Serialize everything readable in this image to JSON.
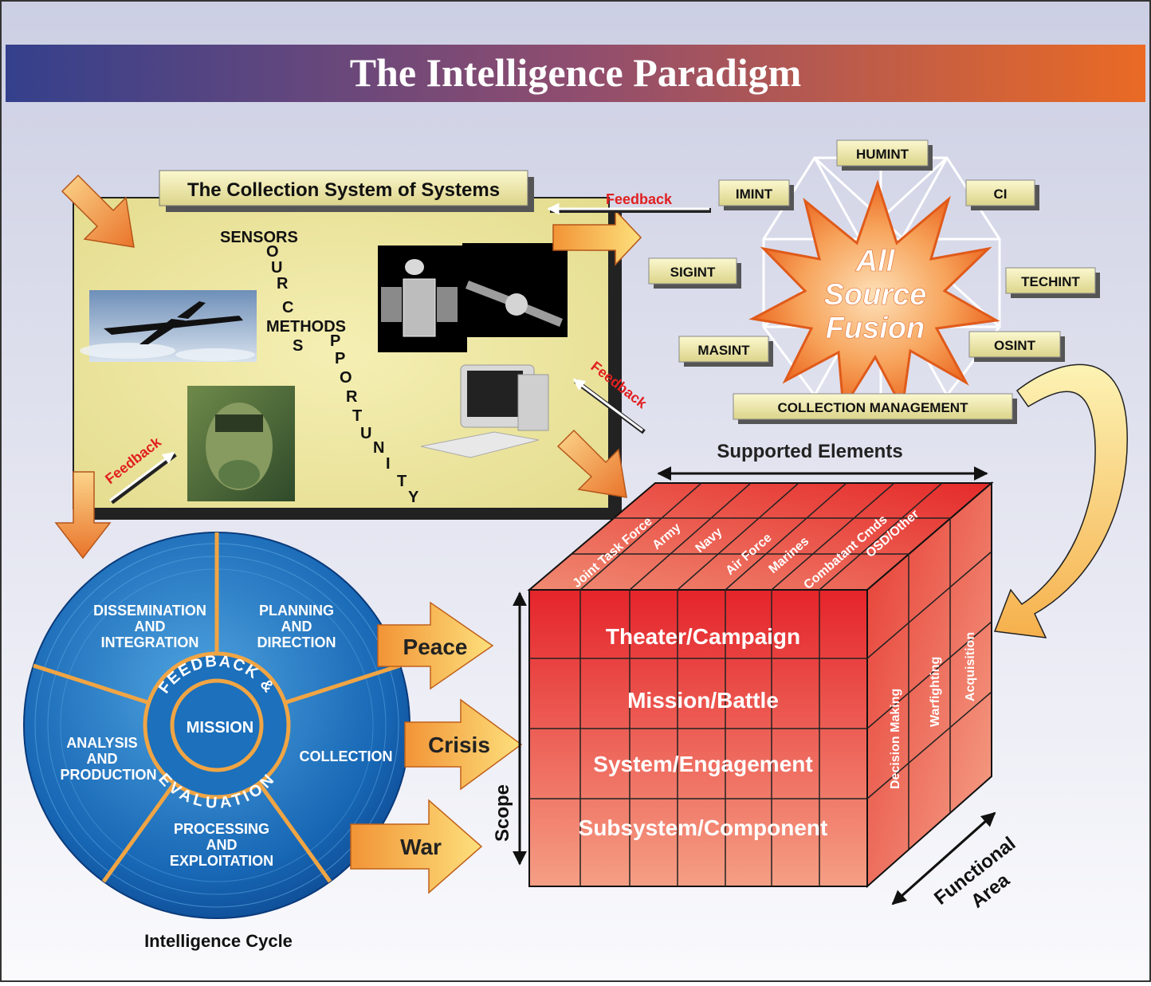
{
  "title": "The Intelligence Paradigm",
  "colors": {
    "title_gradient_left": "#33408a",
    "title_gradient_right": "#e8692a",
    "panel_fill": "#efe9a4",
    "cube_red": "#e8272b",
    "cycle_blue": "#1769b8",
    "feedback_red": "#e02020",
    "arrow_orange": "#f08a2e"
  },
  "collection": {
    "title": "The Collection System of Systems",
    "sensors": "SENSORS",
    "sources_letters": [
      "O",
      "U",
      "R",
      "C"
    ],
    "methods": "METHODS",
    "s_letter": "S",
    "opportunity_letters": [
      "P",
      "P",
      "O",
      "R",
      "T",
      "U",
      "N",
      "I",
      "T",
      "Y"
    ],
    "feedback_labels": [
      "Feedback",
      "Feedback",
      "Feedback"
    ]
  },
  "fusion": {
    "center_lines": [
      "All",
      "Source",
      "Fusion"
    ],
    "disciplines": [
      "HUMINT",
      "IMINT",
      "CI",
      "SIGINT",
      "TECHINT",
      "MASINT",
      "OSINT"
    ],
    "collection_management": "COLLECTION MANAGEMENT"
  },
  "cycle": {
    "segments": [
      "DISSEMINATION AND INTEGRATION",
      "PLANNING AND DIRECTION",
      "COLLECTION",
      "PROCESSING AND EXPLOITATION",
      "ANALYSIS AND PRODUCTION"
    ],
    "ring_text_top": "FEEDBACK &",
    "ring_text_bottom": "EVALUATION",
    "center": "MISSION",
    "caption": "Intelligence Cycle"
  },
  "states": [
    "Peace",
    "Crisis",
    "War"
  ],
  "cube": {
    "supported_elements": "Supported Elements",
    "scope": "Scope",
    "functional_area": [
      "Functional",
      "Area"
    ],
    "top_columns": [
      "Joint Task Force",
      "Army",
      "Navy",
      "Air Force",
      "Marines",
      "Combatant Cmds",
      "OSD/Other"
    ],
    "front_rows": [
      "Theater/Campaign",
      "Mission/Battle",
      "System/Engagement",
      "Subsystem/Component"
    ],
    "side_columns": [
      "Decision Making",
      "Warfighting",
      "Acquisition"
    ]
  }
}
